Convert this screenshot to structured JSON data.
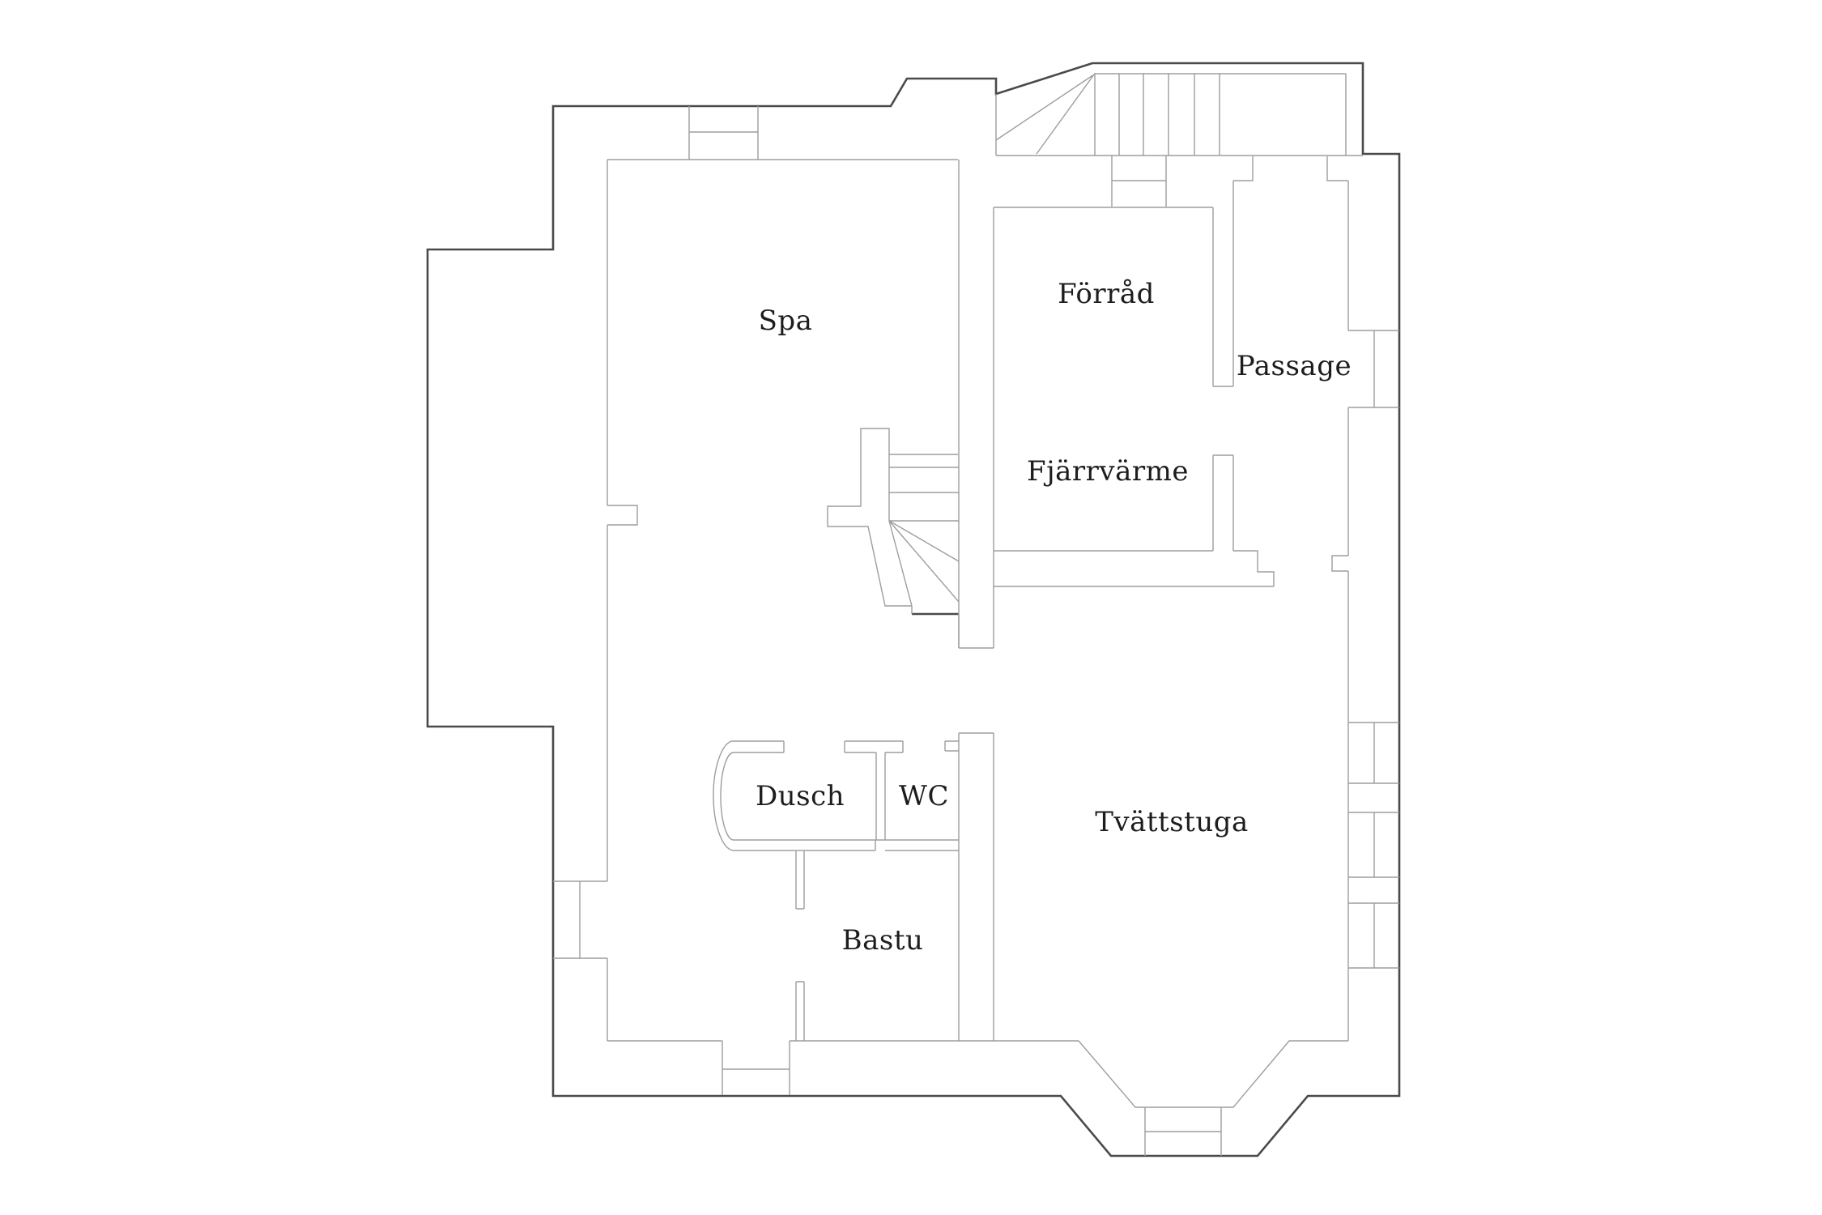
{
  "document": {
    "type": "floor-plan-drawing",
    "background": "#ffffff"
  },
  "colors": {
    "wall_outer": "#4a4a4a",
    "wall_inner": "#9d9d9d",
    "label_text": "#1d1d1d",
    "background": "#ffffff"
  },
  "rooms": [
    {
      "label": "Spa"
    },
    {
      "label": "Förråd"
    },
    {
      "label": "Passage"
    },
    {
      "label": "Fjärrvärme"
    },
    {
      "label": "Dusch"
    },
    {
      "label": "WC"
    },
    {
      "label": "Tvättstuga"
    },
    {
      "label": "Bastu"
    }
  ]
}
